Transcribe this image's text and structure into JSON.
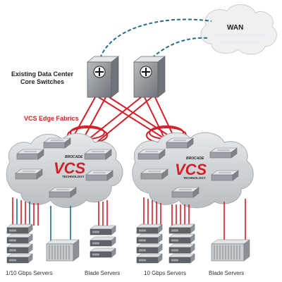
{
  "wan_label": "WAN",
  "core_label_line1": "Existing Data Center",
  "core_label_line2": "Core Switches",
  "fabric_label": "VCS Edge Fabrics",
  "logo": {
    "brand": "BROCADE",
    "name": "VCS",
    "sub": "TECHNOLOGY"
  },
  "server_labels": [
    "1/10 Gbps Servers",
    "Blade Servers",
    "10 Gbps Servers",
    "Blade Servers"
  ],
  "colors": {
    "link_red": "#d21f26",
    "wan_link": "#1f6f88",
    "fabric_cloud": "#cfd3d6",
    "switch_body": "#8d9398",
    "label_red": "#d21f26"
  }
}
